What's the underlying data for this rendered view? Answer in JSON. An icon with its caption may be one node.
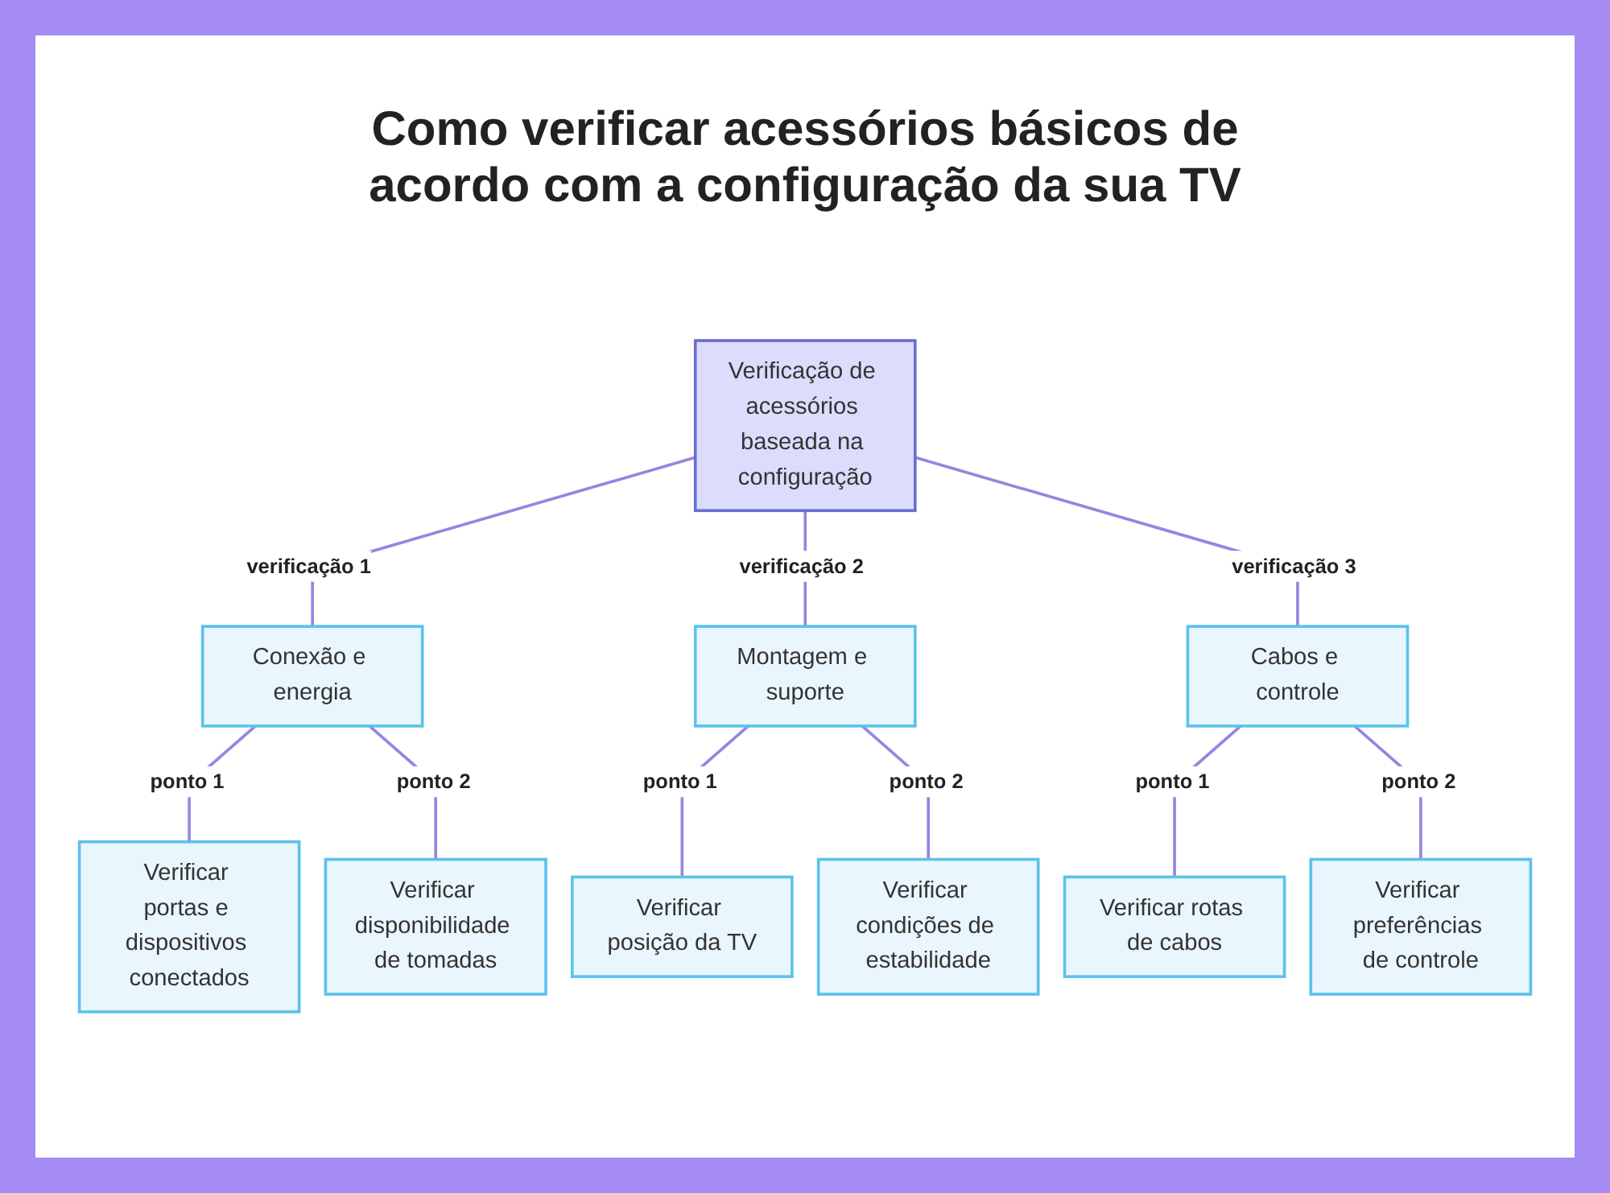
{
  "diagram": {
    "title": "Como verificar acessórios básicos de acordo com a configuração da sua TV",
    "nodes": [
      {
        "text": [
          "Verificação de acessórios baseada na configuração"
        ]
      },
      {
        "text": [
          "Conexão e energia"
        ]
      },
      {
        "text": [
          "Montagem e suporte"
        ]
      },
      {
        "text": [
          "Cabos e controle"
        ]
      },
      {
        "text": [
          "Verificar portas e dispositivos conectados"
        ]
      },
      {
        "text": [
          "Verificar disponibilidade de tomadas"
        ]
      },
      {
        "text": [
          "Verificar posição da TV"
        ]
      },
      {
        "text": [
          "Verificar condições de estabilidade"
        ]
      },
      {
        "text": [
          "Verificar rotas de cabos"
        ]
      },
      {
        "text": [
          "Verificar preferências de controle"
        ]
      }
    ],
    "edges": [
      {
        "from": 0,
        "to": 1,
        "arrow": "none",
        "label": "verificação 1"
      },
      {
        "from": 0,
        "to": 2,
        "arrow": "none",
        "label": "verificação 2"
      },
      {
        "from": 0,
        "to": 3,
        "arrow": "none",
        "label": "verificação 3"
      },
      {
        "from": 1,
        "to": 4,
        "arrow": "none",
        "label": "ponto 1"
      },
      {
        "from": 1,
        "to": 5,
        "arrow": "none",
        "label": "ponto 2"
      },
      {
        "from": 2,
        "to": 6,
        "arrow": "none",
        "label": "ponto 1"
      },
      {
        "from": 2,
        "to": 7,
        "arrow": "none",
        "label": "ponto 2"
      },
      {
        "from": 3,
        "to": 8,
        "arrow": "none",
        "label": "ponto 1"
      },
      {
        "from": 3,
        "to": 9,
        "arrow": "none",
        "label": "ponto 2"
      }
    ]
  }
}
